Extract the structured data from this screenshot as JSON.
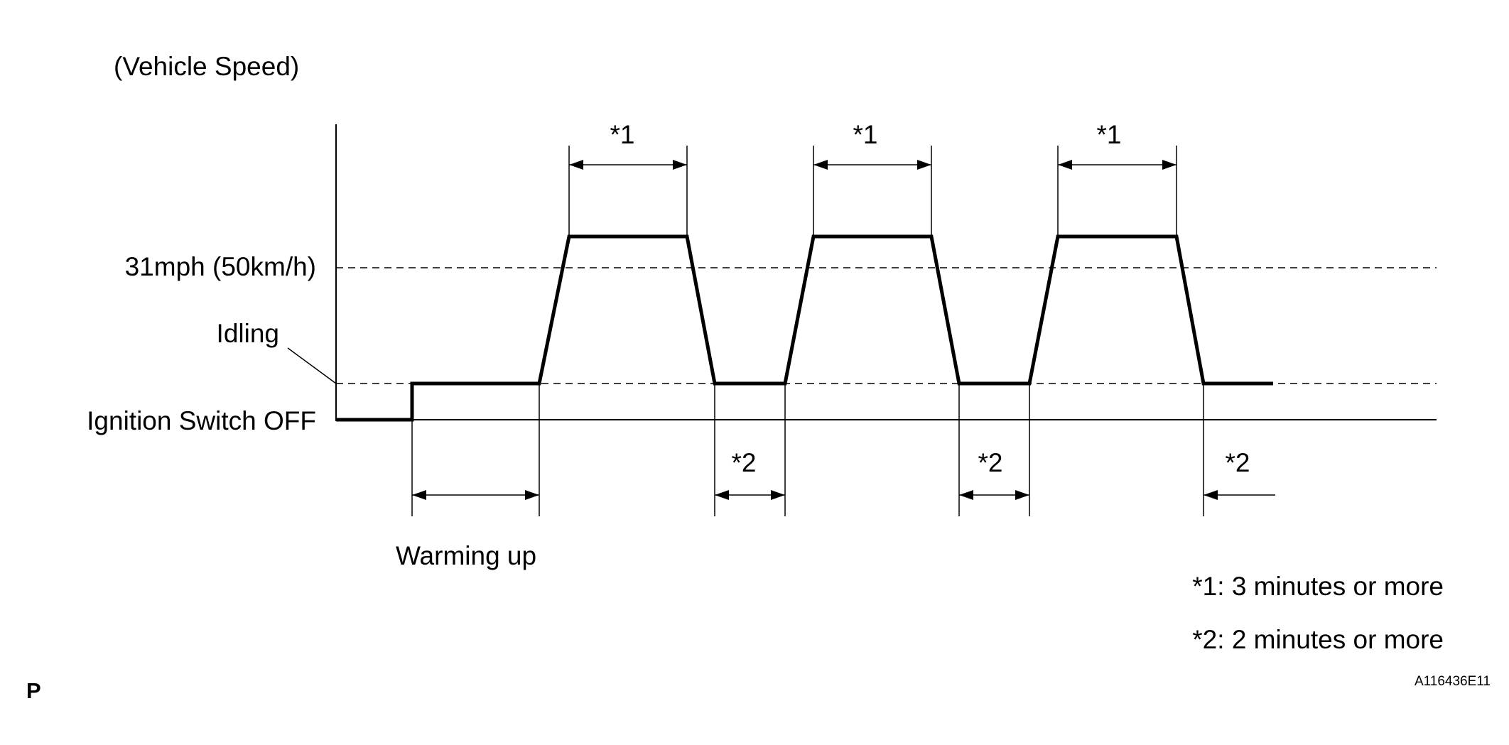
{
  "labels": {
    "y_axis": "(Vehicle Speed)",
    "speed_level": "31mph (50km/h)",
    "idling": "Idling",
    "ignition_off": "Ignition Switch OFF",
    "warming_up": "Warming up",
    "interval_1": "*1",
    "interval_2": "*2",
    "note_1": "*1: 3 minutes or more",
    "note_2": "*2: 2 minutes or more",
    "corner_left": "P",
    "figure_id": "A116436E11"
  },
  "colors": {
    "line": "#000000",
    "background": "#ffffff"
  }
}
